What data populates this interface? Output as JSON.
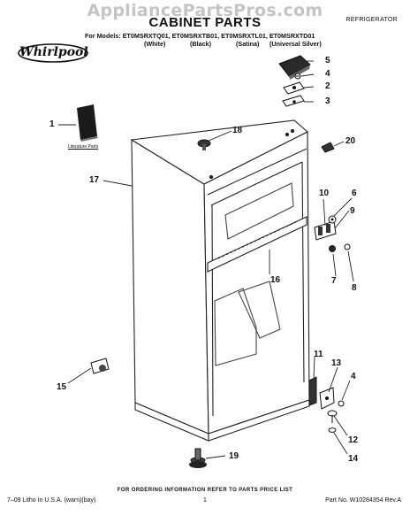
{
  "watermark": "AppliancePartsPros.com",
  "header": {
    "title": "CABINET PARTS",
    "category": "REFRIGERATOR",
    "models_line": "For Models: ET0MSRXTQ01, ET0MSRXTB01, ET0MSRXTL01, ET0MSRXTD01",
    "colors": [
      "(White)",
      "(Black)",
      "(Satina)",
      "(Universal Silver)"
    ]
  },
  "logo": {
    "text": "Whirlpool"
  },
  "literature_label": "Literature Parts",
  "callouts": [
    "1",
    "2",
    "3",
    "4",
    "5",
    "6",
    "7",
    "8",
    "9",
    "10",
    "11",
    "12",
    "13",
    "14",
    "15",
    "16",
    "17",
    "18",
    "19",
    "20",
    "4"
  ],
  "footer": {
    "note": "FOR ORDERING INFORMATION REFER TO PARTS PRICE LIST",
    "left": "7–09 Litho In U.S.A. (warn)(bay)",
    "page": "1",
    "part_no": "Part No. W10284354 Rev.A"
  }
}
